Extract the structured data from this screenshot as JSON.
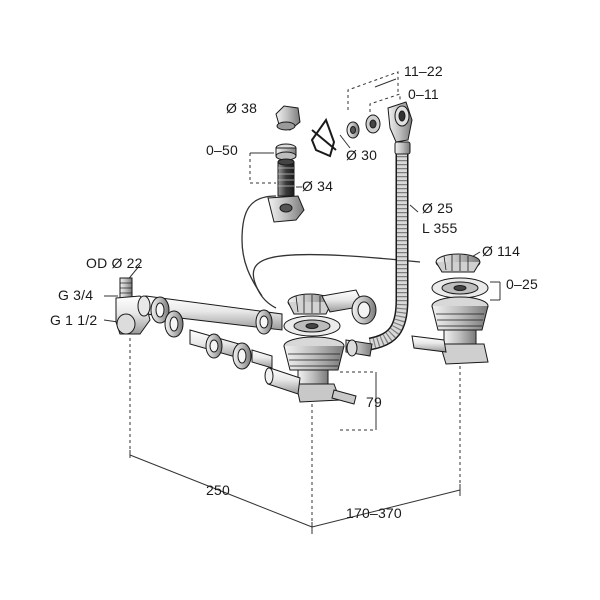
{
  "labels": {
    "top_span": "11–22",
    "top_inner": "0–11",
    "diameter_38": "Ø 38",
    "range_0_50": "0–50",
    "diameter_30": "Ø 30",
    "diameter_34": "Ø 34",
    "diameter_25": "Ø 25",
    "length_355": "L 355",
    "diameter_114": "Ø 114",
    "od_22": "OD Ø 22",
    "range_0_25": "0–25",
    "thread_g34": "G 3/4",
    "thread_g112": "G 1 1/2",
    "depth_79": "79",
    "width_250": "250",
    "span_170_370": "170–370"
  },
  "colors": {
    "line": "#1a1a1a",
    "metal_light": "#e6e6e6",
    "metal_mid": "#b4b4b4",
    "metal_dark": "#6e6e6e",
    "dash": "#333333"
  }
}
